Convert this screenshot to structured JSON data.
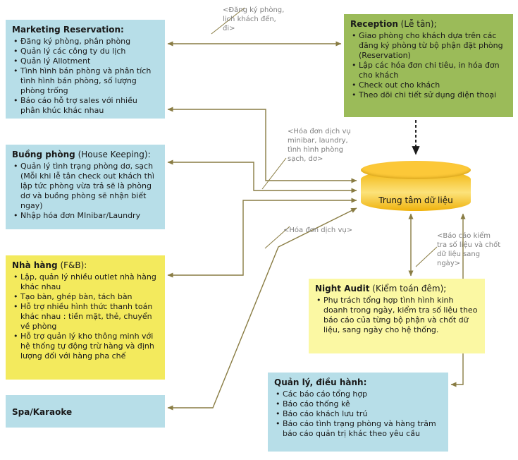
{
  "colors": {
    "box_blue": "#b7dee8",
    "box_green": "#9bbb59",
    "box_yellow": "#f3ea5d",
    "box_light_yellow": "#fbf8a3",
    "cylinder_gold": "#f6b912",
    "connector_olive": "#897c43",
    "label_gray": "#7f7f7f"
  },
  "datastore": {
    "label": "Trung tâm dữ liệu"
  },
  "connector_labels": {
    "booking": "<Đăng ký phòng, lịch khách đến, đi>",
    "housekeeping_flow": "<Hóa đơn dịch vụ minibar, laundry, tình hình phòng sạch, dơ>",
    "service_flow": "<Hóa đơn dịch vụ>",
    "audit_flow": "<Báo cáo kiểm tra số liệu và chốt dữ liệu sang ngày>"
  },
  "boxes": {
    "marketing": {
      "t1": "Marketing Reservation:",
      "t2": "",
      "items": [
        "Đăng ký phòng, phân phòng",
        "Quản lý các công ty du lịch",
        "Quản lý Allotment",
        "Tình hình bán phòng và phân tích tình hình bán phòng, số lượng phòng trống",
        "Báo cáo hỗ trợ sales với nhiều phân khúc khác nhau"
      ]
    },
    "reception": {
      "t1": "Reception",
      "t2": " (Lễ tân);",
      "items": [
        "Giao phòng cho khách dựa trên các đăng ký phòng từ bộ phận đặt phòng (Reservation)",
        "Lập các hóa đơn chi tiêu, in hóa đơn cho khách",
        "Check out cho khách",
        "Theo dõi chi tiết sử dụng điện thoại"
      ]
    },
    "housekeeping": {
      "t1": "Buồng phòng",
      "t2": " (House Keeping):",
      "items": [
        "Quản lý tình trạng phòng dơ, sạch (Mỗi khi lễ tân check out khách thì lập tức phòng vừa trả sẽ là phòng dơ và buồng phòng sẽ nhận biết ngay)",
        "Nhập hóa đơn MInibar/Laundry"
      ]
    },
    "fnb": {
      "t1": "Nhà hàng",
      "t2": " (F&B):",
      "items": [
        "Lập, quản lý nhiều outlet nhà hàng khác nhau",
        "Tạo bàn, ghép bàn, tách bàn",
        "Hỗ trợ nhiều hình thức thanh toán khác nhau : tiền mặt, thẻ, chuyển về phòng",
        "Hỗ trợ quản lý kho thông minh với hệ thống tự động trừ hàng và định lượng đối với hàng pha chế"
      ]
    },
    "night_audit": {
      "t1": "Night Audit",
      "t2": " (Kiểm toán đêm);",
      "items": [
        "Phụ trách tổng hợp tình hình kinh doanh trong ngày, kiểm tra số liệu theo báo cáo của từng bộ phận và chốt dữ liệu, sang ngày cho hệ thống."
      ]
    },
    "spa": {
      "t1": "Spa/Karaoke",
      "t2": ""
    },
    "management": {
      "t1": "Quản lý, điều hành:",
      "t2": "",
      "items": [
        "Các báo cáo tổng hợp",
        "Báo cáo thống kê",
        "Báo cáo khách lưu trú",
        "Báo cáo tình trạng phòng và hàng trăm báo cáo quản trị khác theo yêu cầu"
      ]
    }
  }
}
